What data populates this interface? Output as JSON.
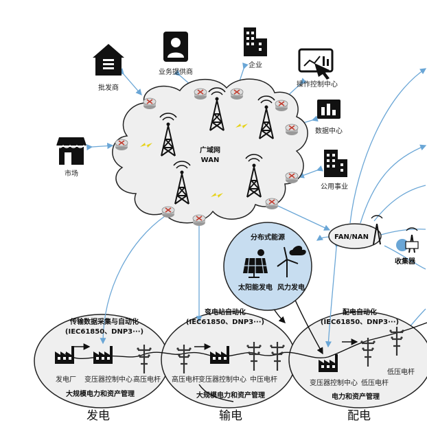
{
  "wan": {
    "title": "广域网",
    "subtitle": "WAN"
  },
  "nodes": {
    "wholesaler": "批发商",
    "service_provider": "业务提供商",
    "enterprise": "企业",
    "control_center": "操作控制中心",
    "data_center": "数据中心",
    "market": "市场",
    "utility": "公用事业",
    "fan_nan": "FAN/NAN",
    "collector": "收集器"
  },
  "der": {
    "title": "分布式能源",
    "solar": "太阳能发电",
    "wind": "风力发电"
  },
  "regions": {
    "generation": {
      "title": "传输数据采集与自动化",
      "protocol": "(IEC61850、DNP3···)",
      "labels": [
        "发电厂",
        "变压器控制中心",
        "高压电杆"
      ],
      "footer": "大规模电力和资产管理",
      "name": "发电"
    },
    "transmission": {
      "title": "变电站自动化",
      "protocol": "(IEC61850、DNP3···)",
      "labels": [
        "高压电杆",
        "变压器控制中心",
        "中压电杆"
      ],
      "footer": "大规模电力和资产管理",
      "name": "输电"
    },
    "distribution": {
      "title": "配电自动化",
      "protocol": "(IEC61850、DNP3···)",
      "labels": [
        "变压器控制中心",
        "低压电杆",
        "低压电杆"
      ],
      "footer": "电力和资产管理",
      "name": "配电"
    }
  },
  "colors": {
    "link": "#6aa6d6",
    "cloud": "#efefef",
    "der_fill": "#c7ddf0",
    "router": "#c0392b",
    "bolt": "#e6d21a"
  }
}
